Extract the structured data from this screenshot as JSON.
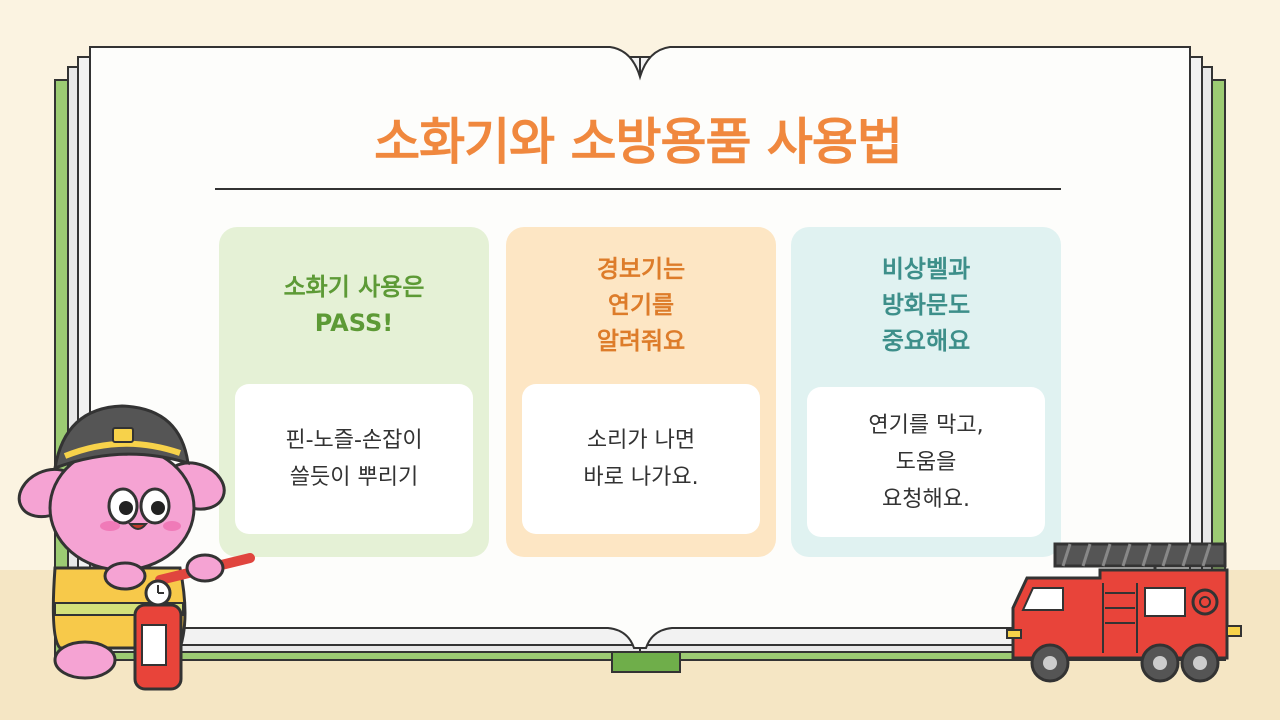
{
  "title": "소화기와 소방용품 사용법",
  "cards": [
    {
      "heading": [
        "소화기 사용은",
        "PASS!"
      ],
      "body": [
        "핀-노즐-손잡이",
        "쓸듯이 뿌리기"
      ],
      "color": "#5d9a36",
      "bg": "#e5f1d6"
    },
    {
      "heading": [
        "경보기는",
        "연기를",
        "알려줘요"
      ],
      "body": [
        "소리가 나면",
        "바로 나가요."
      ],
      "color": "#dd7c2a",
      "bg": "#fde6c4"
    },
    {
      "heading": [
        "비상벨과",
        "방화문도",
        "중요해요"
      ],
      "body": [
        "연기를 막고,",
        "도움을",
        "요청해요."
      ],
      "color": "#3d8f8a",
      "bg": "#e0f2f1"
    }
  ],
  "colors": {
    "title": "#f0883e",
    "book_cover": "#9ccb73",
    "background": "#fbf3e1",
    "floor": "#f5e6c4"
  },
  "illustrations": [
    "firefighter-bunny-mascot",
    "fire-extinguisher-icon",
    "fire-truck-icon",
    "open-book"
  ]
}
